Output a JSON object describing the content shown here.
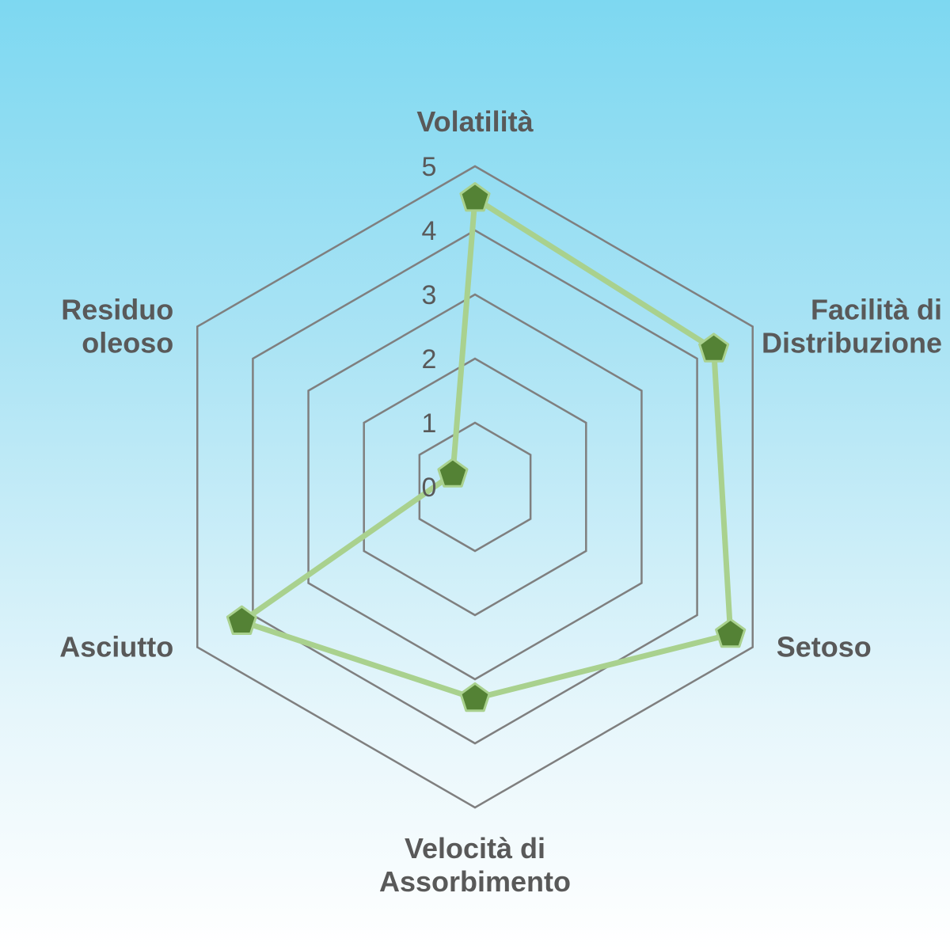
{
  "chart_data": {
    "type": "radar",
    "title": "",
    "categories": [
      "Volatilità",
      "Facilità di Distribuzione",
      "Setoso",
      "Velocità di Assorbimento",
      "Asciutto",
      "Residuo oleoso"
    ],
    "category_lines": [
      [
        "Volatilità"
      ],
      [
        "Facilità di",
        "Distribuzione"
      ],
      [
        "Setoso"
      ],
      [
        "Velocità di",
        "Assorbimento"
      ],
      [
        "Asciutto"
      ],
      [
        "Residuo",
        "oleoso"
      ]
    ],
    "series": [
      {
        "values": [
          4.5,
          4.3,
          4.6,
          3.3,
          4.2,
          0.4
        ]
      }
    ],
    "rlim": [
      0,
      5
    ],
    "ticks": [
      "0",
      "1",
      "2",
      "3",
      "4",
      "5"
    ],
    "grid": true,
    "legend": "none",
    "colors": {
      "grid": "#7f7f7f",
      "line": "#a9d18e",
      "marker_fill": "#548235",
      "marker_stroke": "#a9d18e",
      "text": "#595959"
    }
  }
}
